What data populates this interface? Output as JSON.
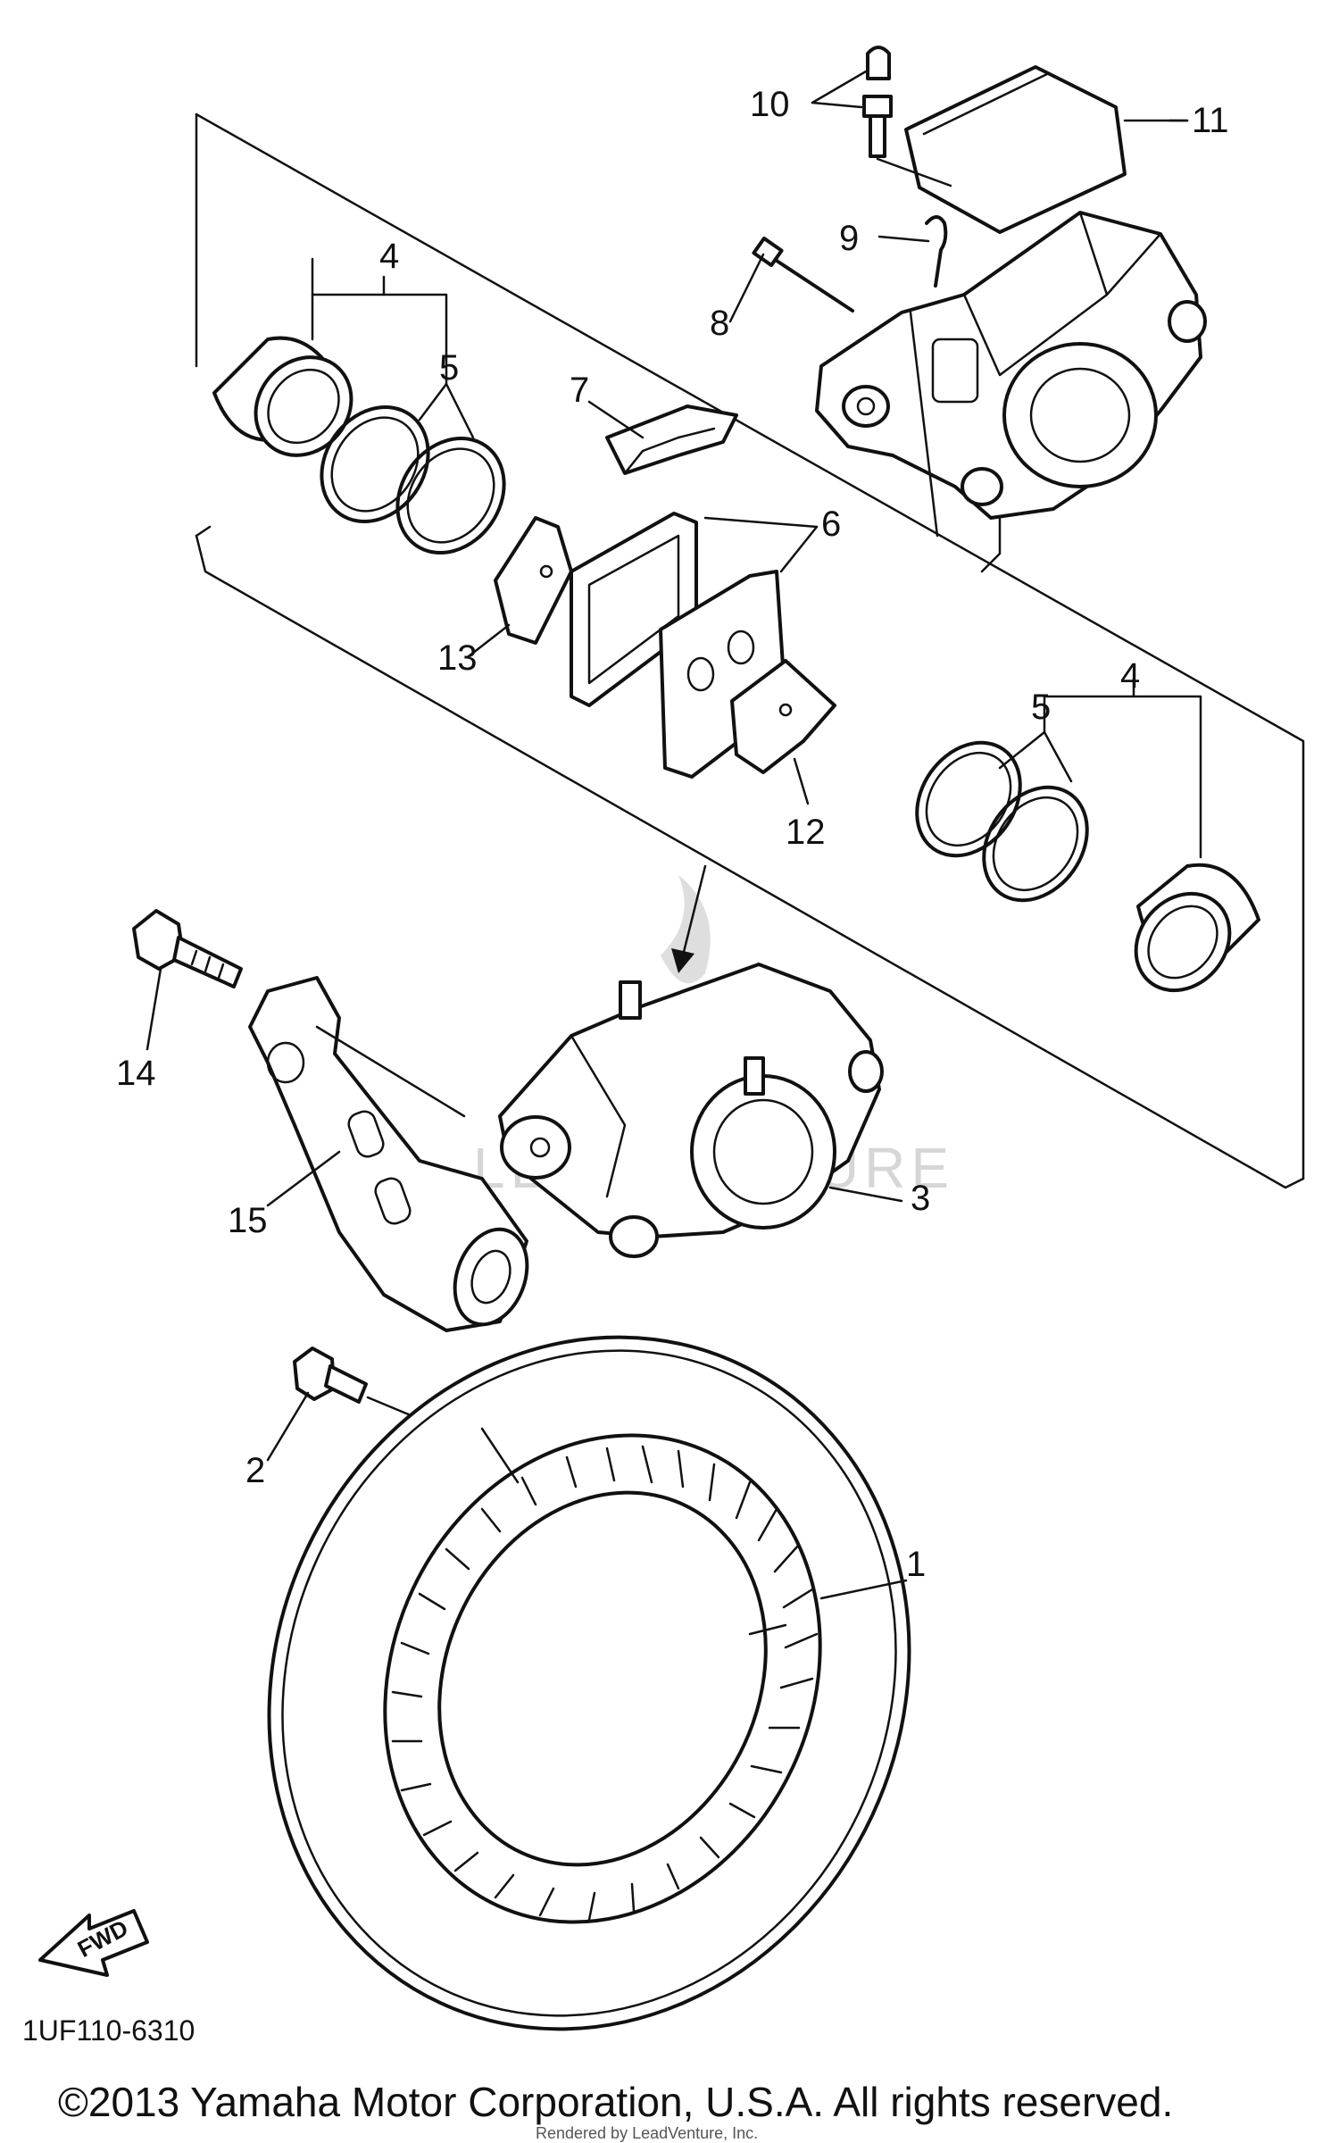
{
  "diagram": {
    "part_code": "1UF110-6310",
    "copyright": "©2013 Yamaha Motor Corporation, U.S.A. All rights reserved.",
    "credit_small": "Rendered by LeadVenture, Inc.",
    "watermark_text": "LEADVENTURE",
    "fwd_label": "FWD",
    "callouts": [
      {
        "id": "1",
        "text": "1"
      },
      {
        "id": "2",
        "text": "2"
      },
      {
        "id": "3",
        "text": "3"
      },
      {
        "id": "4a",
        "text": "4"
      },
      {
        "id": "4b",
        "text": "4"
      },
      {
        "id": "5a",
        "text": "5"
      },
      {
        "id": "5b",
        "text": "5"
      },
      {
        "id": "6",
        "text": "6"
      },
      {
        "id": "7",
        "text": "7"
      },
      {
        "id": "8",
        "text": "8"
      },
      {
        "id": "9",
        "text": "9"
      },
      {
        "id": "10",
        "text": "10"
      },
      {
        "id": "11",
        "text": "11"
      },
      {
        "id": "12",
        "text": "12"
      },
      {
        "id": "13",
        "text": "13"
      },
      {
        "id": "14",
        "text": "14"
      },
      {
        "id": "15",
        "text": "15"
      }
    ]
  }
}
